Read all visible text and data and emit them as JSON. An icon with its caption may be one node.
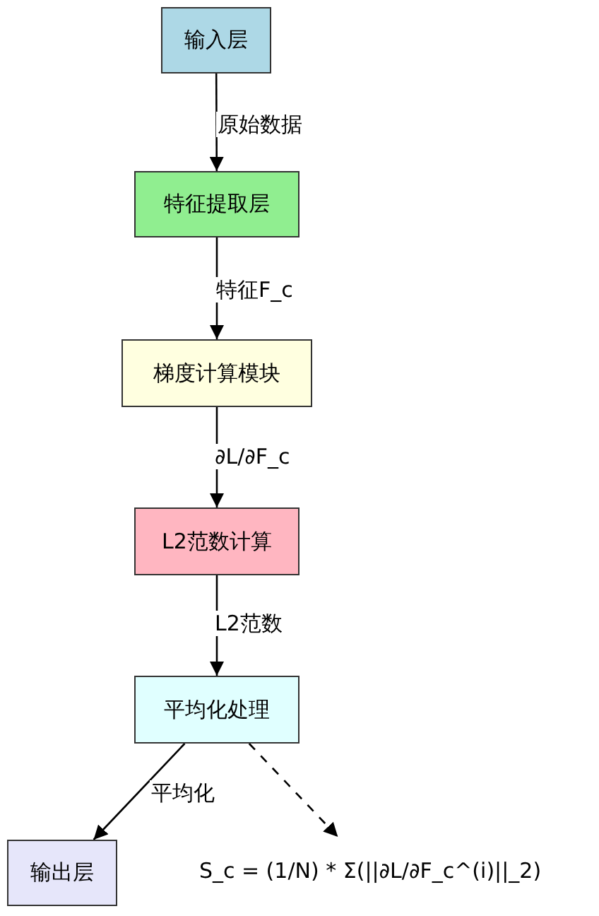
{
  "diagram": {
    "nodes": [
      {
        "text": [
          "输入层"
        ]
      },
      {
        "text": [
          "特征提取层"
        ]
      },
      {
        "text": [
          "梯度计算模块"
        ]
      },
      {
        "text": [
          "L2范数计算"
        ]
      },
      {
        "text": [
          "平均化处理"
        ]
      },
      {
        "text": [
          "输出层"
        ]
      },
      {
        "text": [
          "S_c = (1/N) * Σ(||∂L/∂F_c^(i)||_2)"
        ]
      }
    ],
    "edges": [
      {
        "from": 0,
        "to": 1,
        "arrow": "to",
        "label": "原始数据"
      },
      {
        "from": 1,
        "to": 2,
        "arrow": "to",
        "label": "特征F_c"
      },
      {
        "from": 2,
        "to": 3,
        "arrow": "to",
        "label": "∂L/∂F_c"
      },
      {
        "from": 3,
        "to": 4,
        "arrow": "to",
        "label": "L2范数"
      },
      {
        "from": 4,
        "to": 5,
        "arrow": "to",
        "label": "平均化"
      },
      {
        "from": 4,
        "to": 6,
        "arrow": "to",
        "style": "dashed"
      }
    ]
  }
}
